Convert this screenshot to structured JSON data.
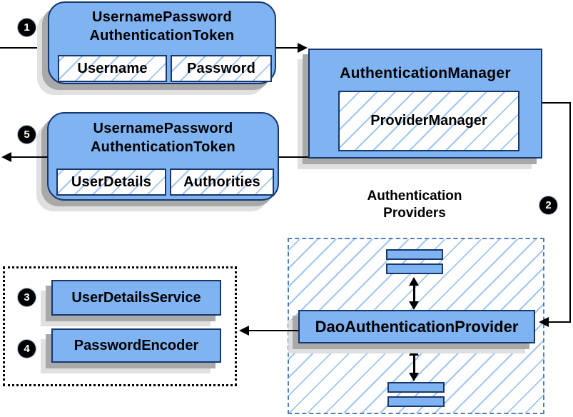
{
  "request_token": {
    "badge": "1",
    "title_line1": "UsernamePassword",
    "title_line2": "AuthenticationToken",
    "field1": "Username",
    "field2": "Password"
  },
  "response_token": {
    "badge": "5",
    "title_line1": "UsernamePassword",
    "title_line2": "AuthenticationToken",
    "field1": "UserDetails",
    "field2": "Authorities"
  },
  "authentication_manager": {
    "title": "AuthenticationManager",
    "inner": "ProviderManager"
  },
  "providers_group": {
    "badge": "2",
    "label_line1": "Authentication",
    "label_line2": "Providers",
    "provider": "DaoAuthenticationProvider"
  },
  "services_group": {
    "service1": {
      "badge": "3",
      "label": "UserDetailsService"
    },
    "service2": {
      "badge": "4",
      "label": "PasswordEncoder"
    }
  },
  "colors": {
    "box_fill": "#7fb3f2",
    "box_border": "#17376d",
    "hatch_line": "#a0c6f2",
    "shadow_dark": "#a9a9a9",
    "shadow_light": "#e0e0e0",
    "dashed_border": "#4d7fbe",
    "dotted_border": "#000000",
    "arrow": "#000000",
    "badge_bg": "#000000",
    "badge_text": "#ffffff"
  }
}
